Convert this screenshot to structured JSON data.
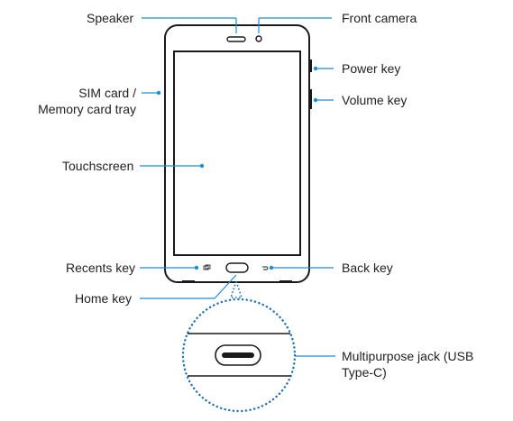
{
  "labels": {
    "speaker": "Speaker",
    "front_camera": "Front camera",
    "power_key": "Power key",
    "volume_key": "Volume key",
    "sim_tray_line1": "SIM card /",
    "sim_tray_line2": "Memory card tray",
    "touchscreen": "Touchscreen",
    "recents_key": "Recents key",
    "back_key": "Back key",
    "home_key": "Home key",
    "multipurpose_jack_line1": "Multipurpose jack (USB",
    "multipurpose_jack_line2": "Type-C)"
  },
  "colors": {
    "device_outline": "#1a1a1a",
    "callout": "#1a8fd6",
    "text": "#222222",
    "dotted_circle": "#1f6fb0"
  }
}
